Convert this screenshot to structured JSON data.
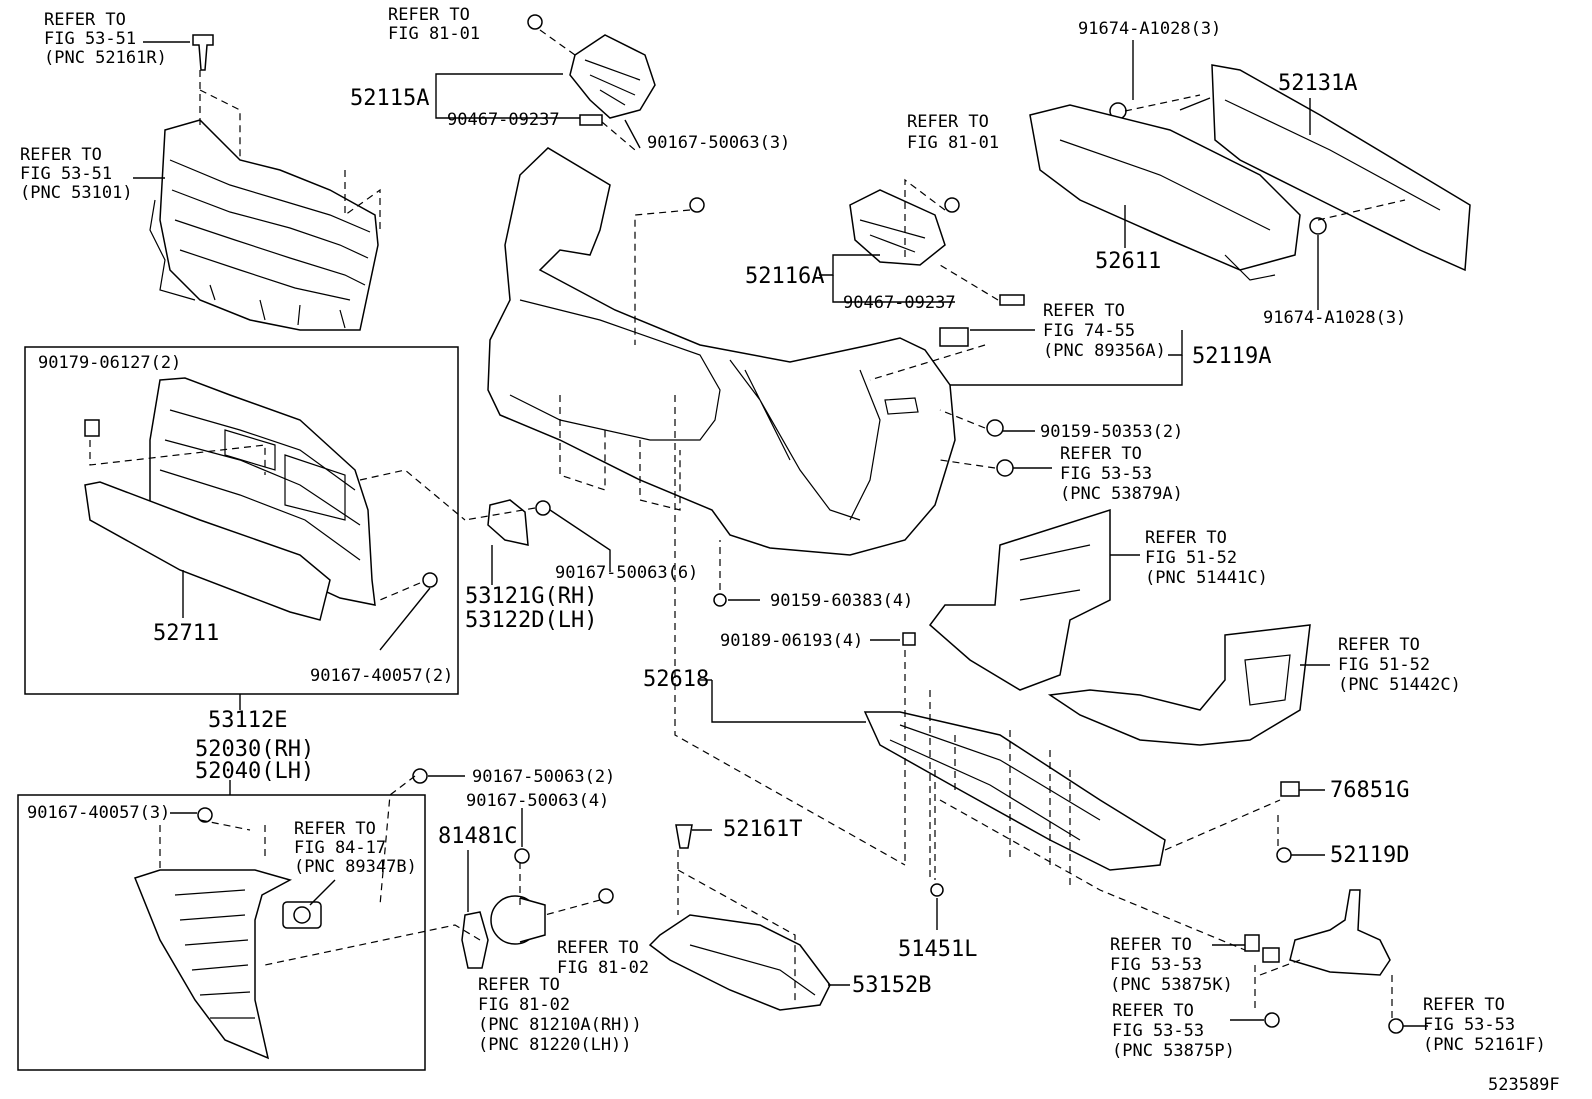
{
  "diagram_id": "523589F",
  "labels": {
    "ref_53_51_a": [
      "REFER TO",
      "FIG 53-51",
      "(PNC 52161R)"
    ],
    "ref_53_51_b": [
      "REFER TO",
      "FIG 53-51",
      "(PNC 53101)"
    ],
    "ref_81_01_a": [
      "REFER TO",
      "FIG 81-01"
    ],
    "p52115A": "52115A",
    "p90467_a": "90467-09237",
    "p90167_50063_3": "90167-50063(3)",
    "ref_81_01_b": [
      "REFER TO",
      "FIG 81-01"
    ],
    "p52116A": "52116A",
    "p90467_b": "90467-09237",
    "p91674_top": "91674-A1028(3)",
    "p52131A": "52131A",
    "p52611": "52611",
    "p91674_bot": "91674-A1028(3)",
    "ref_74_55": [
      "REFER TO",
      "FIG 74-55",
      "(PNC 89356A)"
    ],
    "p52119A": "52119A",
    "p90159_50353": "90159-50353(2)",
    "ref_53_53_a": [
      "REFER TO",
      "FIG 53-53",
      "(PNC 53879A)"
    ],
    "ref_51_52_a": [
      "REFER TO",
      "FIG 51-52",
      "(PNC 51441C)"
    ],
    "ref_51_52_b": [
      "REFER TO",
      "FIG 51-52",
      "(PNC 51442C)"
    ],
    "p90179": "90179-06127(2)",
    "p90167_50063_6": "90167-50063(6)",
    "p53121G": "53121G(RH)",
    "p53122D": "53122D(LH)",
    "p52711": "52711",
    "p90167_40057_2": "90167-40057(2)",
    "p90159_60383": "90159-60383(4)",
    "p90189": "90189-06193(4)",
    "p52618": "52618",
    "p53112E": "53112E",
    "p52030": "52030(RH)",
    "p52040": "52040(LH)",
    "p90167_50063_2": "90167-50063(2)",
    "p90167_40057_3": "90167-40057(3)",
    "p90167_50063_4": "90167-50063(4)",
    "ref_84_17": [
      "REFER TO",
      "FIG 84-17",
      "(PNC 89347B)"
    ],
    "p81481C": "81481C",
    "p52161T": "52161T",
    "ref_81_02_a": [
      "REFER TO",
      "FIG 81-02"
    ],
    "ref_81_02_b": [
      "REFER TO",
      "FIG 81-02",
      "(PNC 81210A(RH))",
      "(PNC 81220(LH))"
    ],
    "p53152B": "53152B",
    "p51451L": "51451L",
    "p76851G": "76851G",
    "p52119D": "52119D",
    "ref_53_53_b": [
      "REFER TO",
      "FIG 53-53",
      "(PNC 53875K)"
    ],
    "ref_53_53_c": [
      "REFER TO",
      "FIG 53-53",
      "(PNC 53875P)"
    ],
    "ref_53_53_d": [
      "REFER TO",
      "FIG 53-53",
      "(PNC 52161F)"
    ]
  }
}
